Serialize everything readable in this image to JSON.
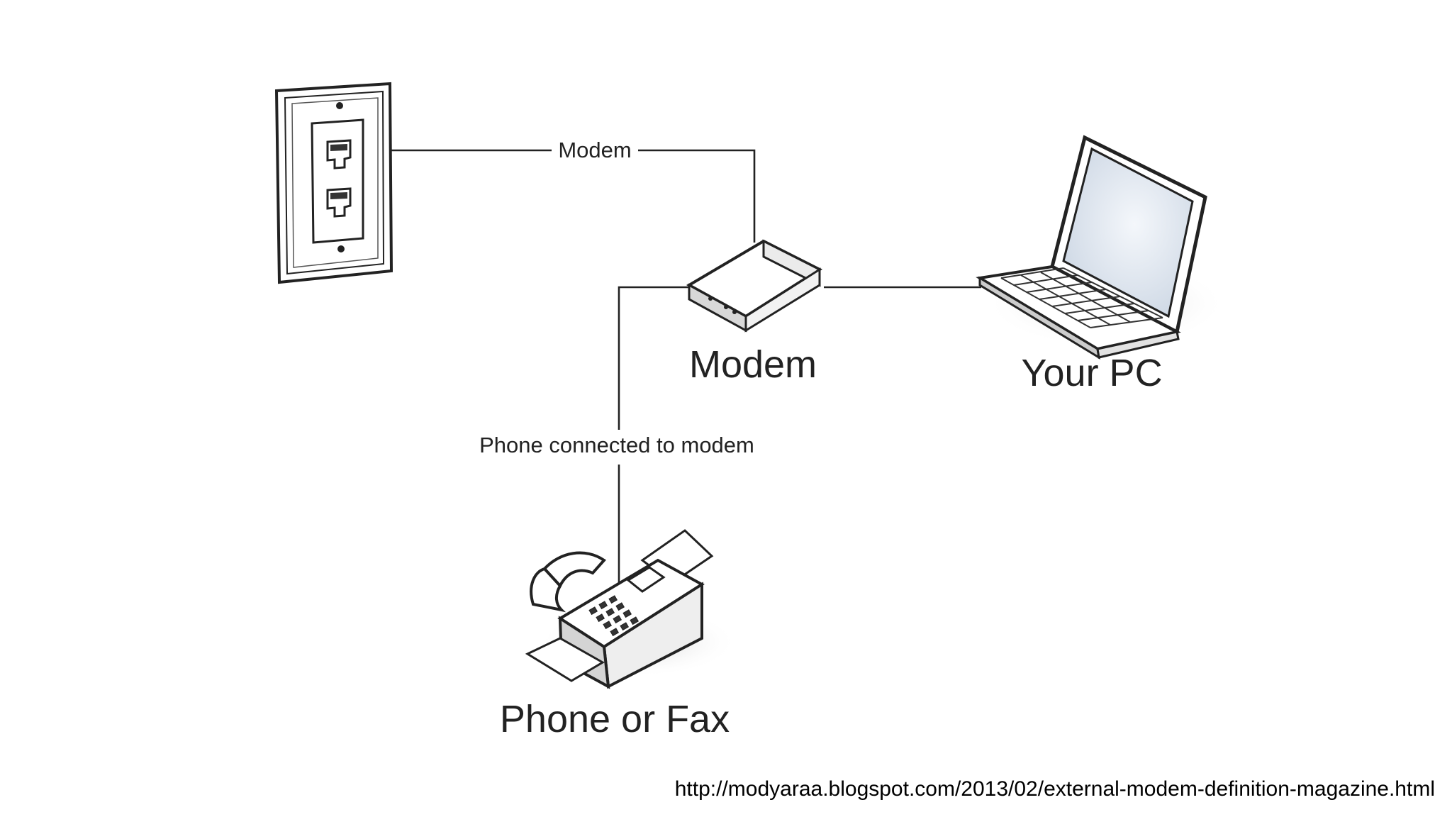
{
  "diagram": {
    "nodes": {
      "wall_jack": {
        "label": ""
      },
      "modem": {
        "label": "Modem"
      },
      "pc": {
        "label": "Your PC"
      },
      "phone_fax": {
        "label": "Phone or Fax"
      }
    },
    "edges": [
      {
        "from": "wall_jack",
        "to": "modem",
        "label": "Modem"
      },
      {
        "from": "modem",
        "to": "pc",
        "label": ""
      },
      {
        "from": "modem",
        "to": "phone_fax",
        "label": "Phone connected to modem"
      }
    ]
  },
  "source_url": "http://modyaraa.blogspot.com/2013/02/external-modem-definition-magazine.html",
  "colors": {
    "line": "#222222",
    "background": "#ffffff",
    "screen": "#dbe4f0"
  }
}
